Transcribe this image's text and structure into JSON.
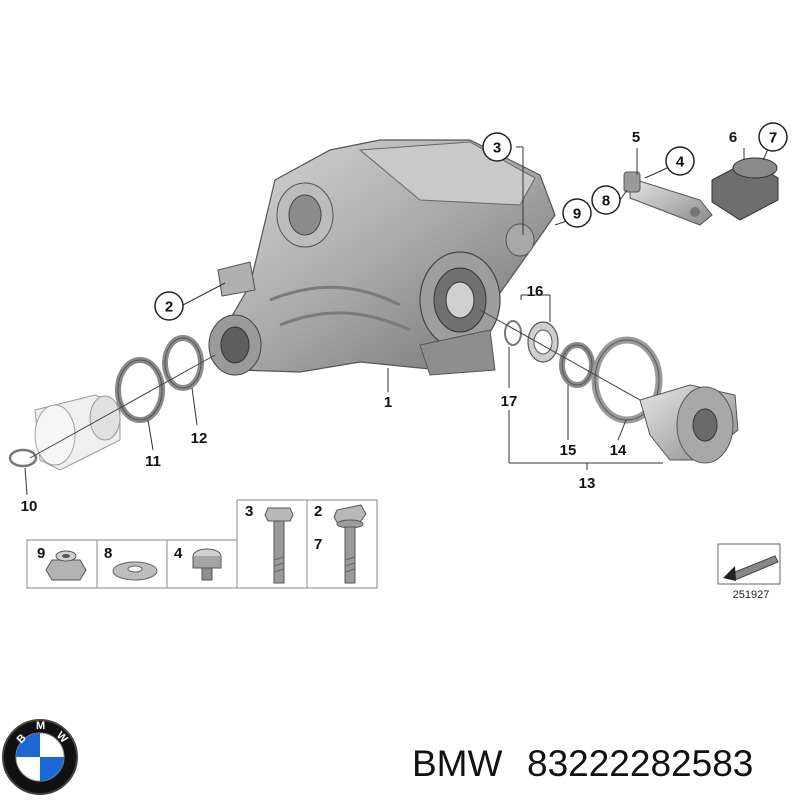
{
  "callouts": {
    "c1": "1",
    "c2": "2",
    "c3": "3",
    "c4": "4",
    "c5": "5",
    "c6": "6",
    "c7": "7",
    "c8": "8",
    "c9": "9",
    "c10": "10",
    "c11": "11",
    "c12": "12",
    "c13": "13",
    "c14": "14",
    "c15": "15",
    "c16": "16",
    "c17": "17"
  },
  "legend": {
    "cell_9": "9",
    "cell_8": "8",
    "cell_4": "4",
    "cell_3": "3",
    "cell_2": "2",
    "cell_7": "7"
  },
  "diagram_code": "251927",
  "logo": {
    "text": "BMW",
    "colors": {
      "blue": "#1c69d4",
      "black": "#111111"
    }
  },
  "footer": {
    "brand": "BMW",
    "part_number": "83222282583"
  }
}
